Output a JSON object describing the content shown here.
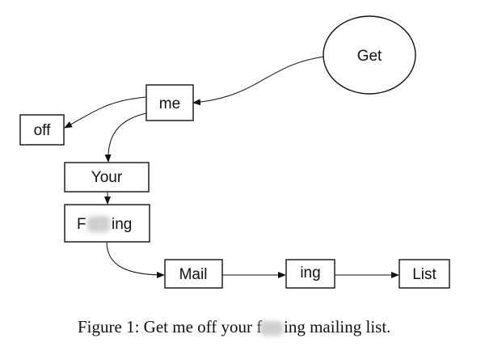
{
  "nodes": {
    "get": "Get",
    "me": "me",
    "off": "off",
    "your": "Your",
    "fucking_visible_start": "F",
    "fucking_visible_end": "ing",
    "mail": "Mail",
    "ing": "ing",
    "list": "List"
  },
  "caption": {
    "start": "Figure 1: Get me off your f",
    "end": "ing mailing list."
  },
  "colors": {
    "stroke": "#111111",
    "blur": "#cfcfcf"
  }
}
